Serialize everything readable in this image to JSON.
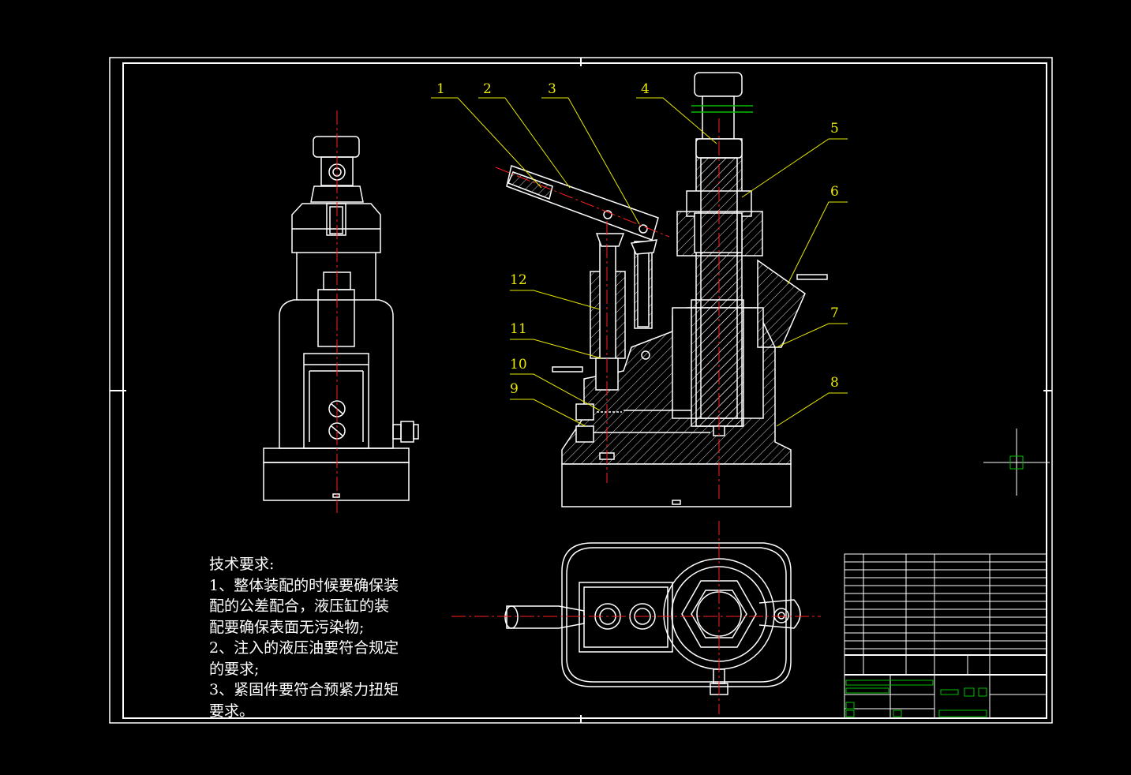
{
  "colors": {
    "background": "#000000",
    "lines": "#ffffff",
    "centerline": "#ff2020",
    "leader": "#e8e800",
    "labels": "#e8e800",
    "green": "#00c000"
  },
  "part_labels": [
    "1",
    "2",
    "3",
    "4",
    "5",
    "6",
    "7",
    "8",
    "9",
    "10",
    "11",
    "12"
  ],
  "tech_requirements": {
    "title": "技术要求:",
    "lines": [
      "1、整体装配的时候要确保装",
      "配的公差配合，液压缸的装",
      "配要确保表面无污染物;",
      "2、注入的液压油要符合规定",
      "的要求;",
      "3、紧固件要符合预紧力扭矩",
      "要求。"
    ]
  }
}
